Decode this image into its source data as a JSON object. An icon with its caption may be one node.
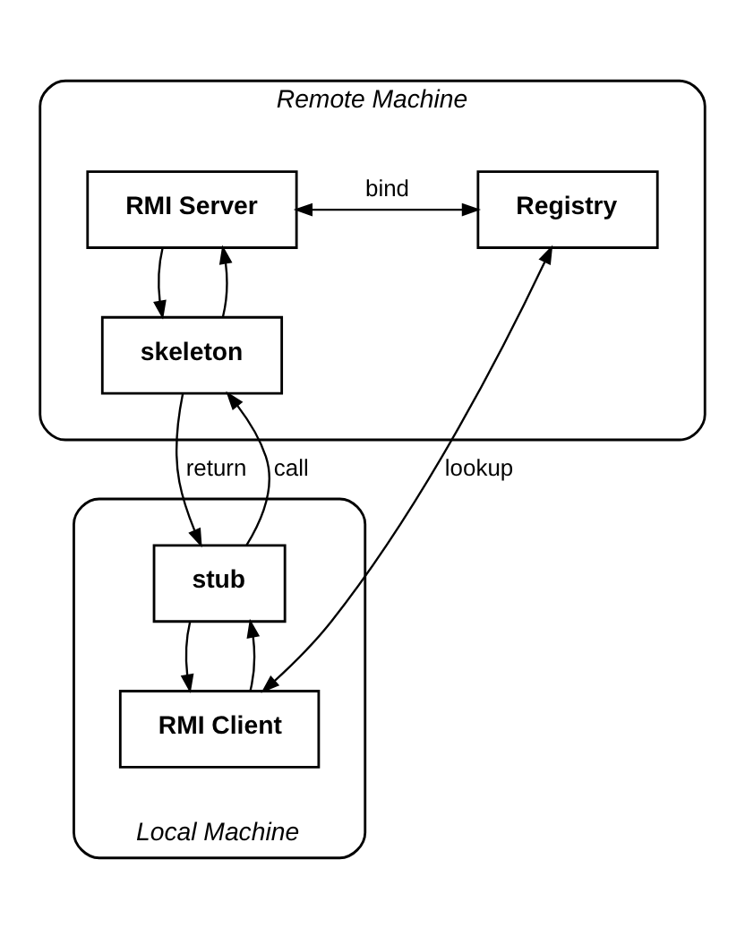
{
  "diagram": {
    "nodes": [
      {
        "text": [
          "Remote Machine"
        ]
      },
      {
        "text": [
          "RMI Server"
        ],
        "in": 0
      },
      {
        "text": [
          "Registry"
        ],
        "in": 0
      },
      {
        "text": [
          "skeleton"
        ],
        "in": 0
      },
      {
        "text": [
          "Local Machine"
        ]
      },
      {
        "text": [
          "stub"
        ],
        "in": 4
      },
      {
        "text": [
          "RMI Client"
        ],
        "in": 4
      }
    ],
    "edges": [
      {
        "from": 1,
        "to": 2,
        "arrow": "both",
        "label": "bind"
      },
      {
        "from": 1,
        "to": 3,
        "arrow": "to"
      },
      {
        "from": 3,
        "to": 1,
        "arrow": "to"
      },
      {
        "from": 3,
        "to": 5,
        "arrow": "to",
        "label": "return"
      },
      {
        "from": 5,
        "to": 3,
        "arrow": "to",
        "label": "call"
      },
      {
        "from": 5,
        "to": 6,
        "arrow": "to"
      },
      {
        "from": 6,
        "to": 5,
        "arrow": "to"
      },
      {
        "from": 2,
        "to": 6,
        "arrow": "both",
        "label": "lookup"
      }
    ]
  }
}
